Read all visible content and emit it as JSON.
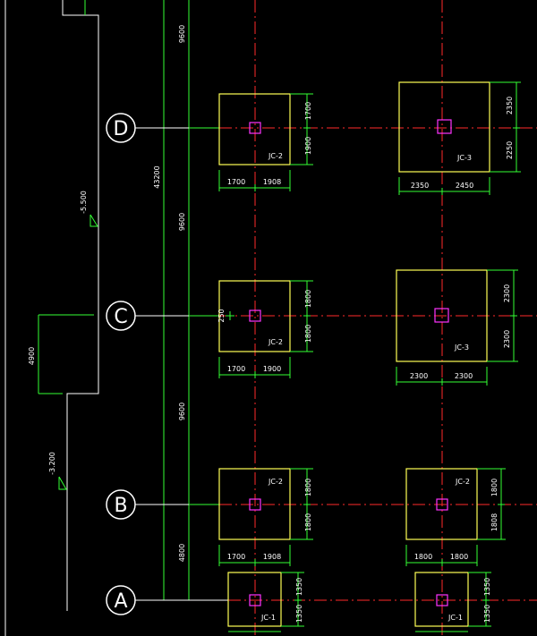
{
  "colors": {
    "background": "#000000",
    "axis": "#ff2a2a",
    "dim": "#33ff33",
    "footing": "#ffff55",
    "column": "#ff33ff",
    "bubble": "#ffffff",
    "wall": "#ffffff",
    "text": "#ffffff",
    "section": "#33ff33"
  },
  "grid_axes": {
    "A": "A",
    "B": "B",
    "C": "C",
    "D": "D"
  },
  "axis_spacing": {
    "top": "9600",
    "upper": "9600",
    "middle": "9600",
    "lower": "4800",
    "total": "43200"
  },
  "elevations": {
    "upper": "-5.500",
    "lower": "-3.200"
  },
  "section_dim": "4900",
  "marker": "250",
  "footings": {
    "d1": {
      "label": "JC-2",
      "dim_top": "1700",
      "dim_bottom": "1900",
      "dim_left": "1700",
      "dim_right": "1908"
    },
    "d2": {
      "label": "JC-3",
      "dim_top": "2350",
      "dim_bottom": "2250",
      "dim_left": "2350",
      "dim_right": "2450"
    },
    "c1": {
      "label": "JC-2",
      "dim_top": "1800",
      "dim_bottom": "1800",
      "dim_left": "1700",
      "dim_right": "1900"
    },
    "c2": {
      "label": "JC-3",
      "dim_top": "2300",
      "dim_bottom": "2300",
      "dim_left": "2300",
      "dim_right": "2300"
    },
    "b1": {
      "label": "JC-2",
      "dim_top": "1800",
      "dim_bottom": "1800",
      "dim_left": "1700",
      "dim_right": "1908"
    },
    "b2": {
      "label": "JC-2",
      "dim_top": "1800",
      "dim_bottom": "1808",
      "dim_left": "1800",
      "dim_right": "1800"
    },
    "a1": {
      "label": "JC-1",
      "dim_top": "1350",
      "dim_bottom": "1350"
    },
    "a2": {
      "label": "JC-1",
      "dim_top": "1350",
      "dim_bottom": "1350"
    }
  }
}
